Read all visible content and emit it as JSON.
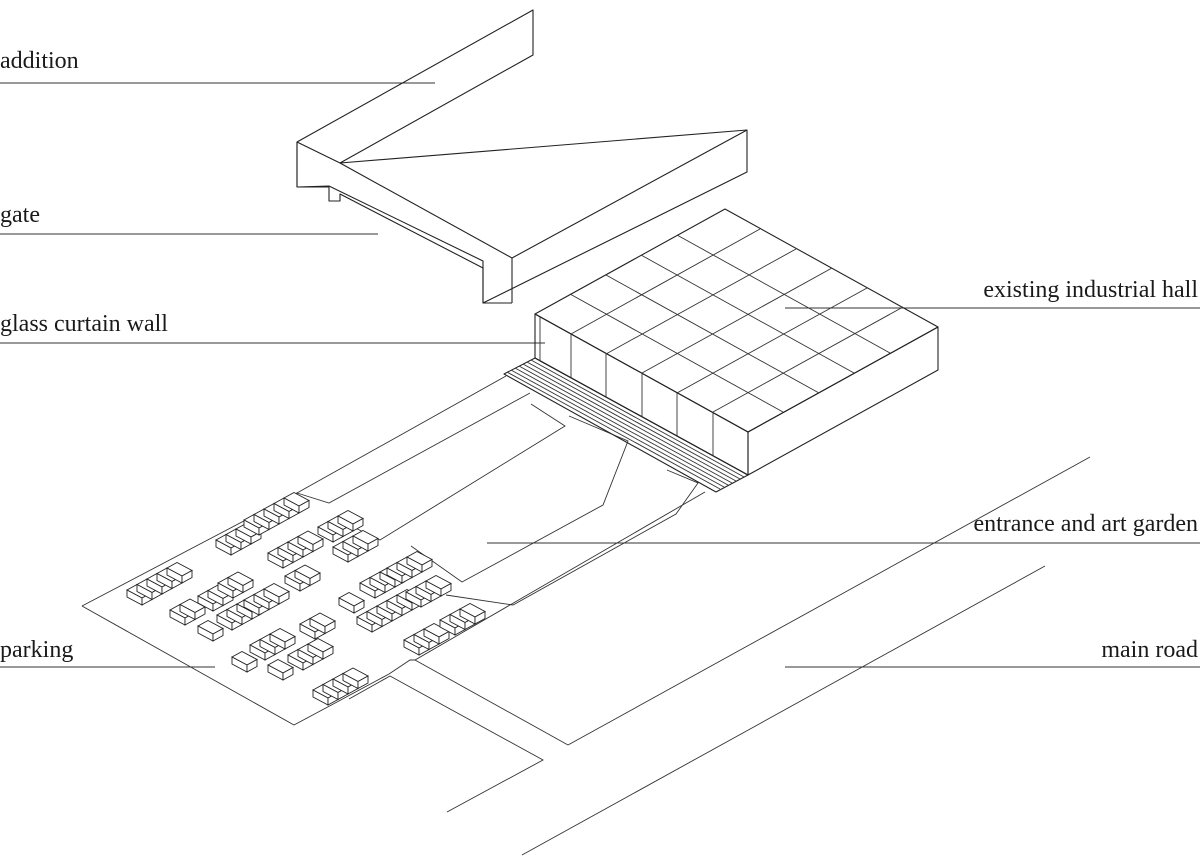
{
  "labels": {
    "addition": "addition",
    "gate": "gate",
    "glass_curtain_wall": "glass curtain wall",
    "existing_industrial_hall": "existing industrial hall",
    "entrance_and_art_garden": "entrance and art garden",
    "parking": "parking",
    "main_road": "main road"
  }
}
